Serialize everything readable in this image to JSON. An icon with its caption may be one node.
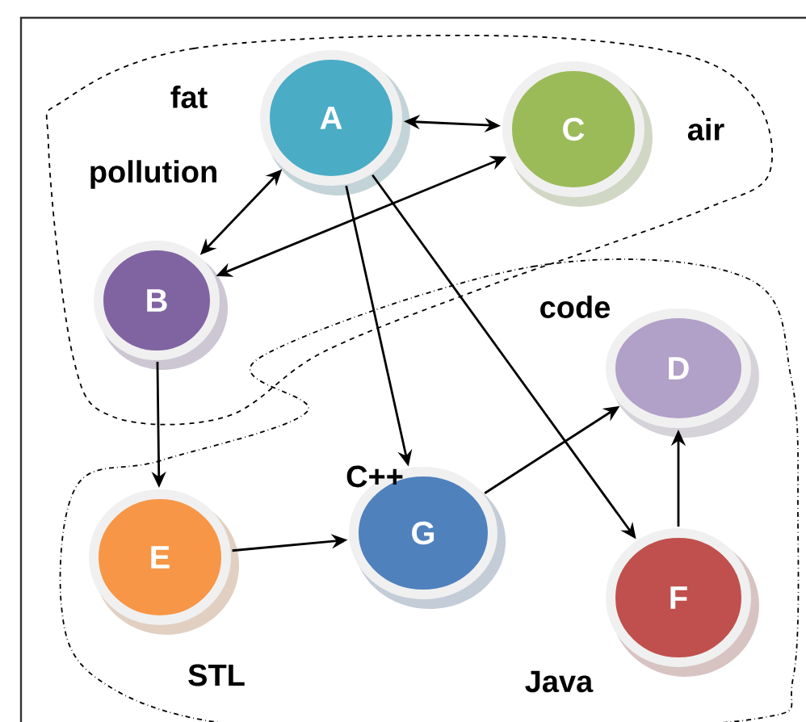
{
  "diagram": {
    "nodes": [
      {
        "text": [
          "A"
        ],
        "beside": [
          "fat"
        ]
      },
      {
        "text": [
          "C"
        ],
        "beside": [
          "air"
        ]
      },
      {
        "text": [
          "B"
        ],
        "beside": [
          "pollution"
        ]
      },
      {
        "text": [
          "D"
        ],
        "beside": [
          "code"
        ]
      },
      {
        "text": [
          "E"
        ],
        "beside": [
          "STL"
        ]
      },
      {
        "text": [
          "G"
        ],
        "beside": [
          "C++"
        ]
      },
      {
        "text": [
          "F"
        ],
        "beside": [
          "Java"
        ]
      }
    ],
    "edges": [
      {
        "from": 0,
        "to": 1,
        "arrow": "both"
      },
      {
        "from": 0,
        "to": 2,
        "arrow": "both"
      },
      {
        "from": 2,
        "to": 1,
        "arrow": "both"
      },
      {
        "from": 0,
        "to": 5,
        "arrow": "to"
      },
      {
        "from": 0,
        "to": 6,
        "arrow": "to"
      },
      {
        "from": 2,
        "to": 4,
        "arrow": "to"
      },
      {
        "from": 4,
        "to": 5,
        "arrow": "to"
      },
      {
        "from": 5,
        "to": 3,
        "arrow": "to"
      },
      {
        "from": 6,
        "to": 3,
        "arrow": "to"
      }
    ]
  }
}
